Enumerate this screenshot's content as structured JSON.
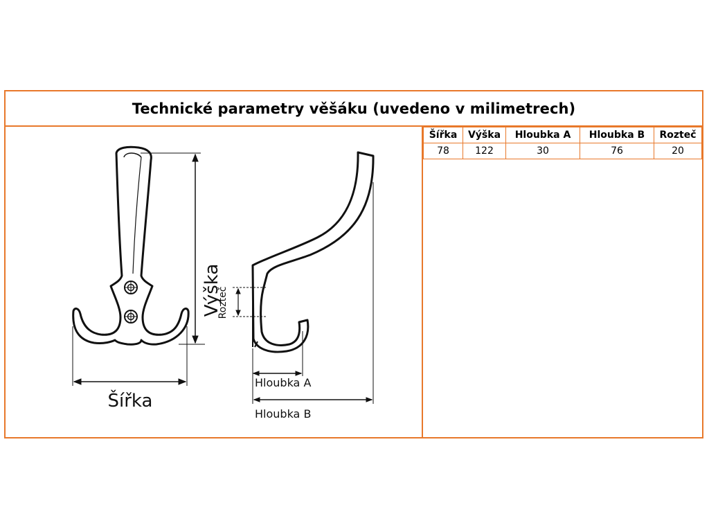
{
  "title": "Technické parametry věšáku (uvedeno v milimetrech)",
  "drawing_labels": {
    "width": "Šířka",
    "height": "Výška",
    "spacing": "Rozteč",
    "depth_a": "Hloubka A",
    "depth_b": "Hloubka B"
  },
  "table": {
    "headers": [
      "Šířka",
      "Výška",
      "Hloubka A",
      "Hloubka B",
      "Rozteč"
    ],
    "values": [
      "78",
      "122",
      "30",
      "76",
      "20"
    ]
  },
  "colors": {
    "border": "#e8782a"
  }
}
